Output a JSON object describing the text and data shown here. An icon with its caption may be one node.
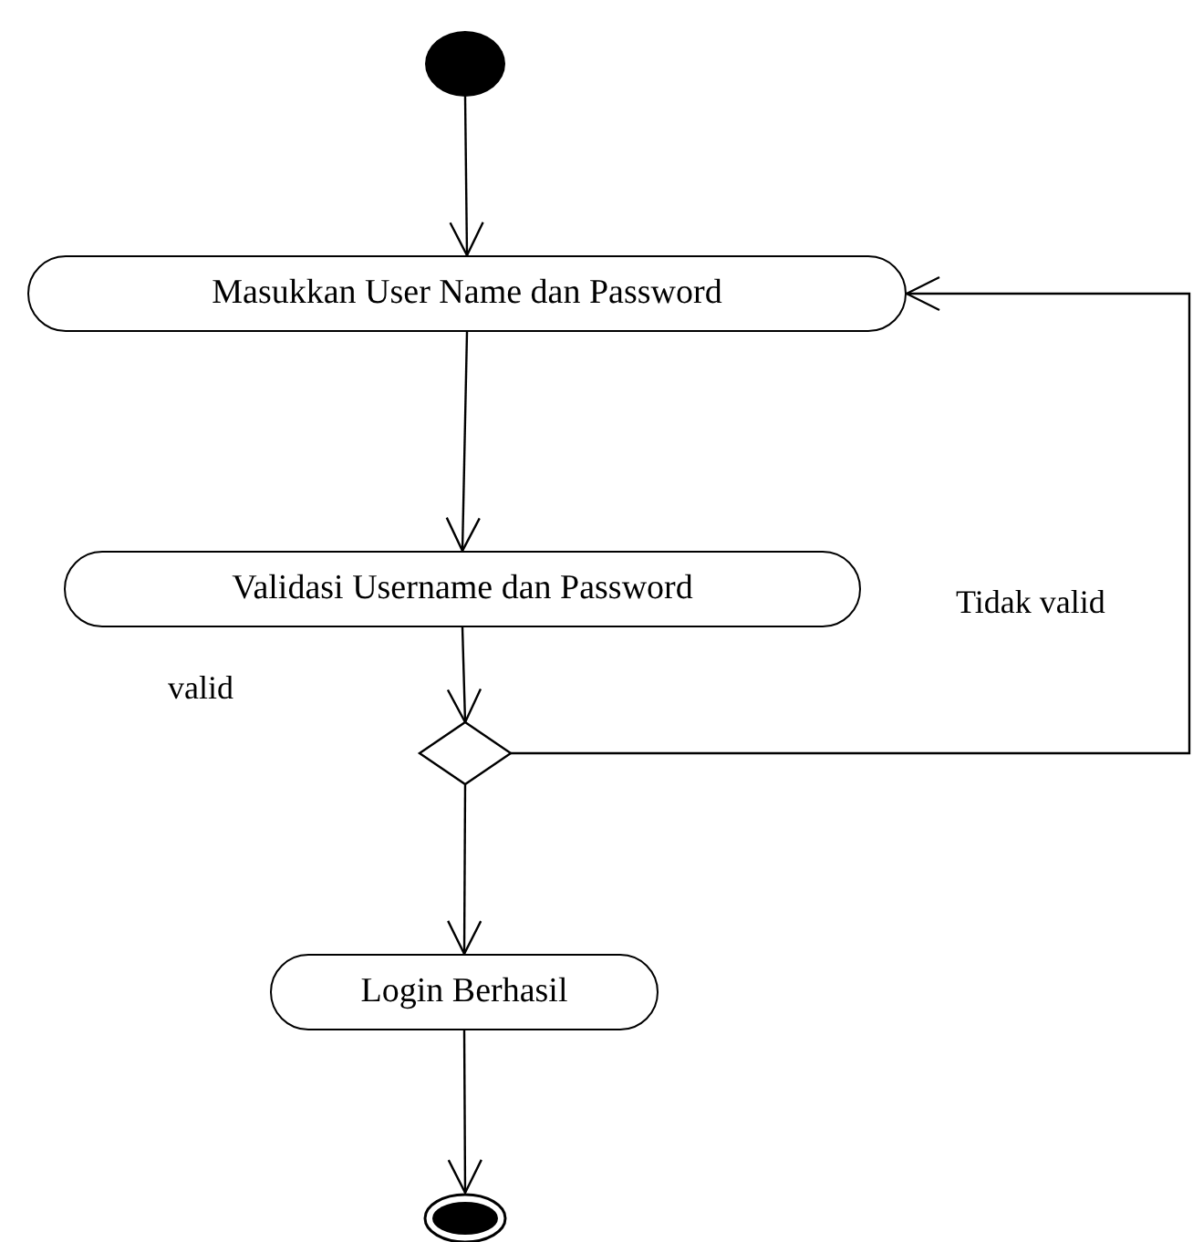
{
  "diagram": {
    "nodes": [
      {
        "text": [],
        "shape": "circle"
      },
      {
        "text": [
          "Masukkan User Name dan Password"
        ]
      },
      {
        "text": [
          "Validasi Username dan Password"
        ]
      },
      {
        "text": [],
        "shape": "diamond"
      },
      {
        "text": [
          "Login Berhasil"
        ]
      },
      {
        "text": [],
        "shape": "circle"
      }
    ],
    "edges": [
      {
        "from": 0,
        "to": 1,
        "arrow": "to"
      },
      {
        "from": 1,
        "to": 2,
        "arrow": "to"
      },
      {
        "from": 2,
        "to": 3,
        "arrow": "to"
      },
      {
        "from": 3,
        "to": 4,
        "arrow": "to"
      },
      {
        "from": 4,
        "to": 5,
        "arrow": "to"
      },
      {
        "from": 3,
        "to": 1,
        "arrow": "to",
        "label": "Tidak valid"
      }
    ],
    "labels": [
      "valid"
    ]
  }
}
